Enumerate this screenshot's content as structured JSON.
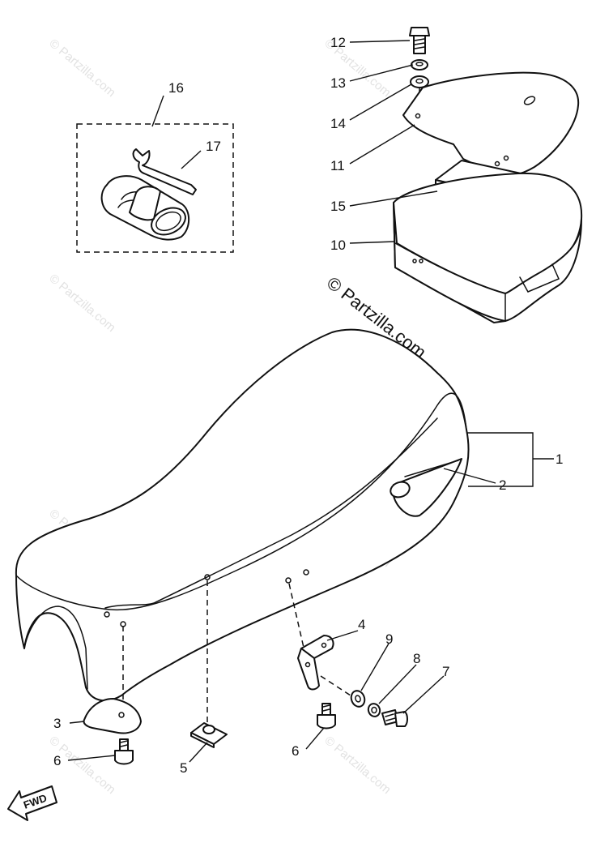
{
  "callouts": {
    "c1": "1",
    "c2": "2",
    "c3": "3",
    "c4": "4",
    "c5": "5",
    "c6a": "6",
    "c6b": "6",
    "c7": "7",
    "c8": "8",
    "c9": "9",
    "c10": "10",
    "c11": "11",
    "c12": "12",
    "c13": "13",
    "c14": "14",
    "c15": "15",
    "c16": "16",
    "c17": "17"
  },
  "watermark": {
    "main": "© Partzilla.com",
    "tile": "© Partzilla.com"
  },
  "fwd_label": "FWD"
}
